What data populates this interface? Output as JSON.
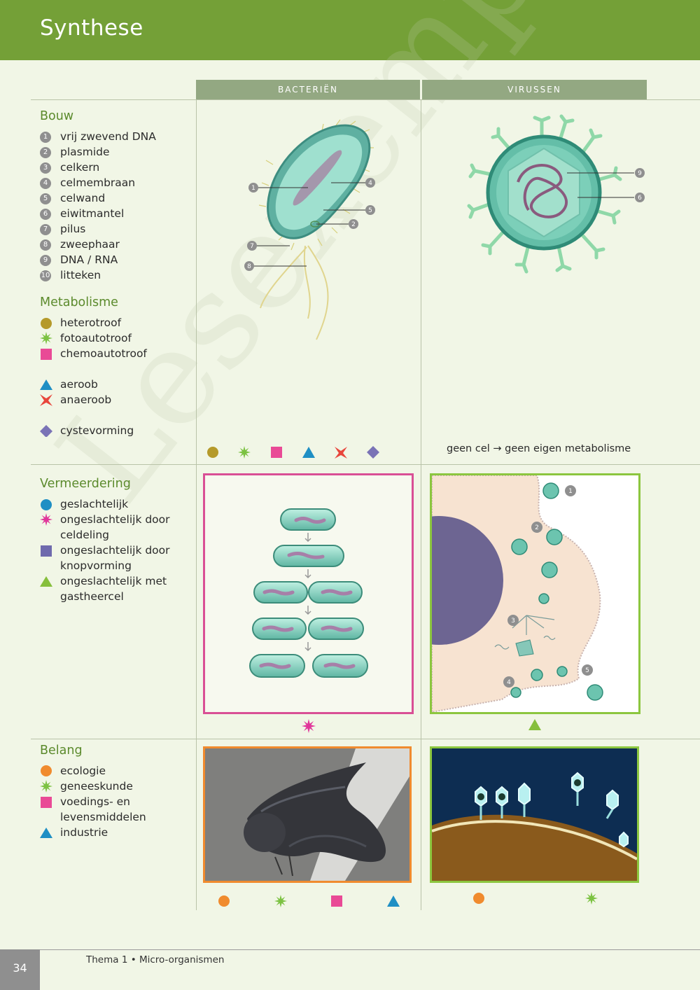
{
  "header": {
    "title": "Synthese"
  },
  "columns": {
    "bacteria": "BACTERIËN",
    "viruses": "VIRUSSEN"
  },
  "bouw": {
    "title": "Bouw",
    "items": [
      {
        "n": "1",
        "label": "vrij zwevend DNA"
      },
      {
        "n": "2",
        "label": "plasmide"
      },
      {
        "n": "3",
        "label": "celkern"
      },
      {
        "n": "4",
        "label": "celmembraan"
      },
      {
        "n": "5",
        "label": "celwand"
      },
      {
        "n": "6",
        "label": "eiwitmantel"
      },
      {
        "n": "7",
        "label": "pilus"
      },
      {
        "n": "8",
        "label": "zweephaar"
      },
      {
        "n": "9",
        "label": "DNA / RNA"
      },
      {
        "n": "10",
        "label": "litteken"
      }
    ]
  },
  "metabolisme": {
    "title": "Metabolisme",
    "items": [
      {
        "symbol": "circle",
        "color": "#b59a2a",
        "label": "heterotroof"
      },
      {
        "symbol": "starburst",
        "color": "#7cc242",
        "label": "fotoautotroof"
      },
      {
        "symbol": "square",
        "color": "#e94a96",
        "label": "chemoautotroof"
      },
      {
        "symbol": "triangle",
        "color": "#1f8fc4",
        "label": "aeroob"
      },
      {
        "symbol": "star4",
        "color": "#e8463c",
        "label": "anaeroob"
      },
      {
        "symbol": "diamond",
        "color": "#7a73b6",
        "label": "cystevorming"
      }
    ],
    "virus_note": "geen cel → geen eigen metabolisme"
  },
  "vermeerdering": {
    "title": "Vermeerdering",
    "items": [
      {
        "symbol": "circle",
        "color": "#1f8fc4",
        "label_line1": "geslachtelijk",
        "label_line2": ""
      },
      {
        "symbol": "starburst",
        "color": "#e0369a",
        "label_line1": "ongeslachtelijk door",
        "label_line2": "celdeling"
      },
      {
        "symbol": "square",
        "color": "#6f6aad",
        "label_line1": "ongeslachtelijk door",
        "label_line2": "knopvorming"
      },
      {
        "symbol": "triangle",
        "color": "#86bf3c",
        "label_line1": "ongeslachtelijk met",
        "label_line2": "gastheercel"
      }
    ]
  },
  "belang": {
    "title": "Belang",
    "items": [
      {
        "symbol": "circle",
        "color": "#f08b2e",
        "label_line1": "ecologie",
        "label_line2": ""
      },
      {
        "symbol": "starburst",
        "color": "#7cc242",
        "label_line1": "geneeskunde",
        "label_line2": ""
      },
      {
        "symbol": "square",
        "color": "#e94a96",
        "label_line1": "voedings- en",
        "label_line2": "levensmiddelen"
      },
      {
        "symbol": "triangle",
        "color": "#1f8fc4",
        "label_line1": "industrie",
        "label_line2": ""
      }
    ]
  },
  "bacteria_labels": [
    "1",
    "4",
    "5",
    "2",
    "7",
    "8"
  ],
  "virus_labels": [
    "9",
    "6"
  ],
  "replication_labels": [
    "1",
    "2",
    "3",
    "4",
    "5"
  ],
  "footer": {
    "page": "34",
    "text": "Thema 1 • Micro-organismen"
  },
  "watermark": "Lesexemplaar"
}
